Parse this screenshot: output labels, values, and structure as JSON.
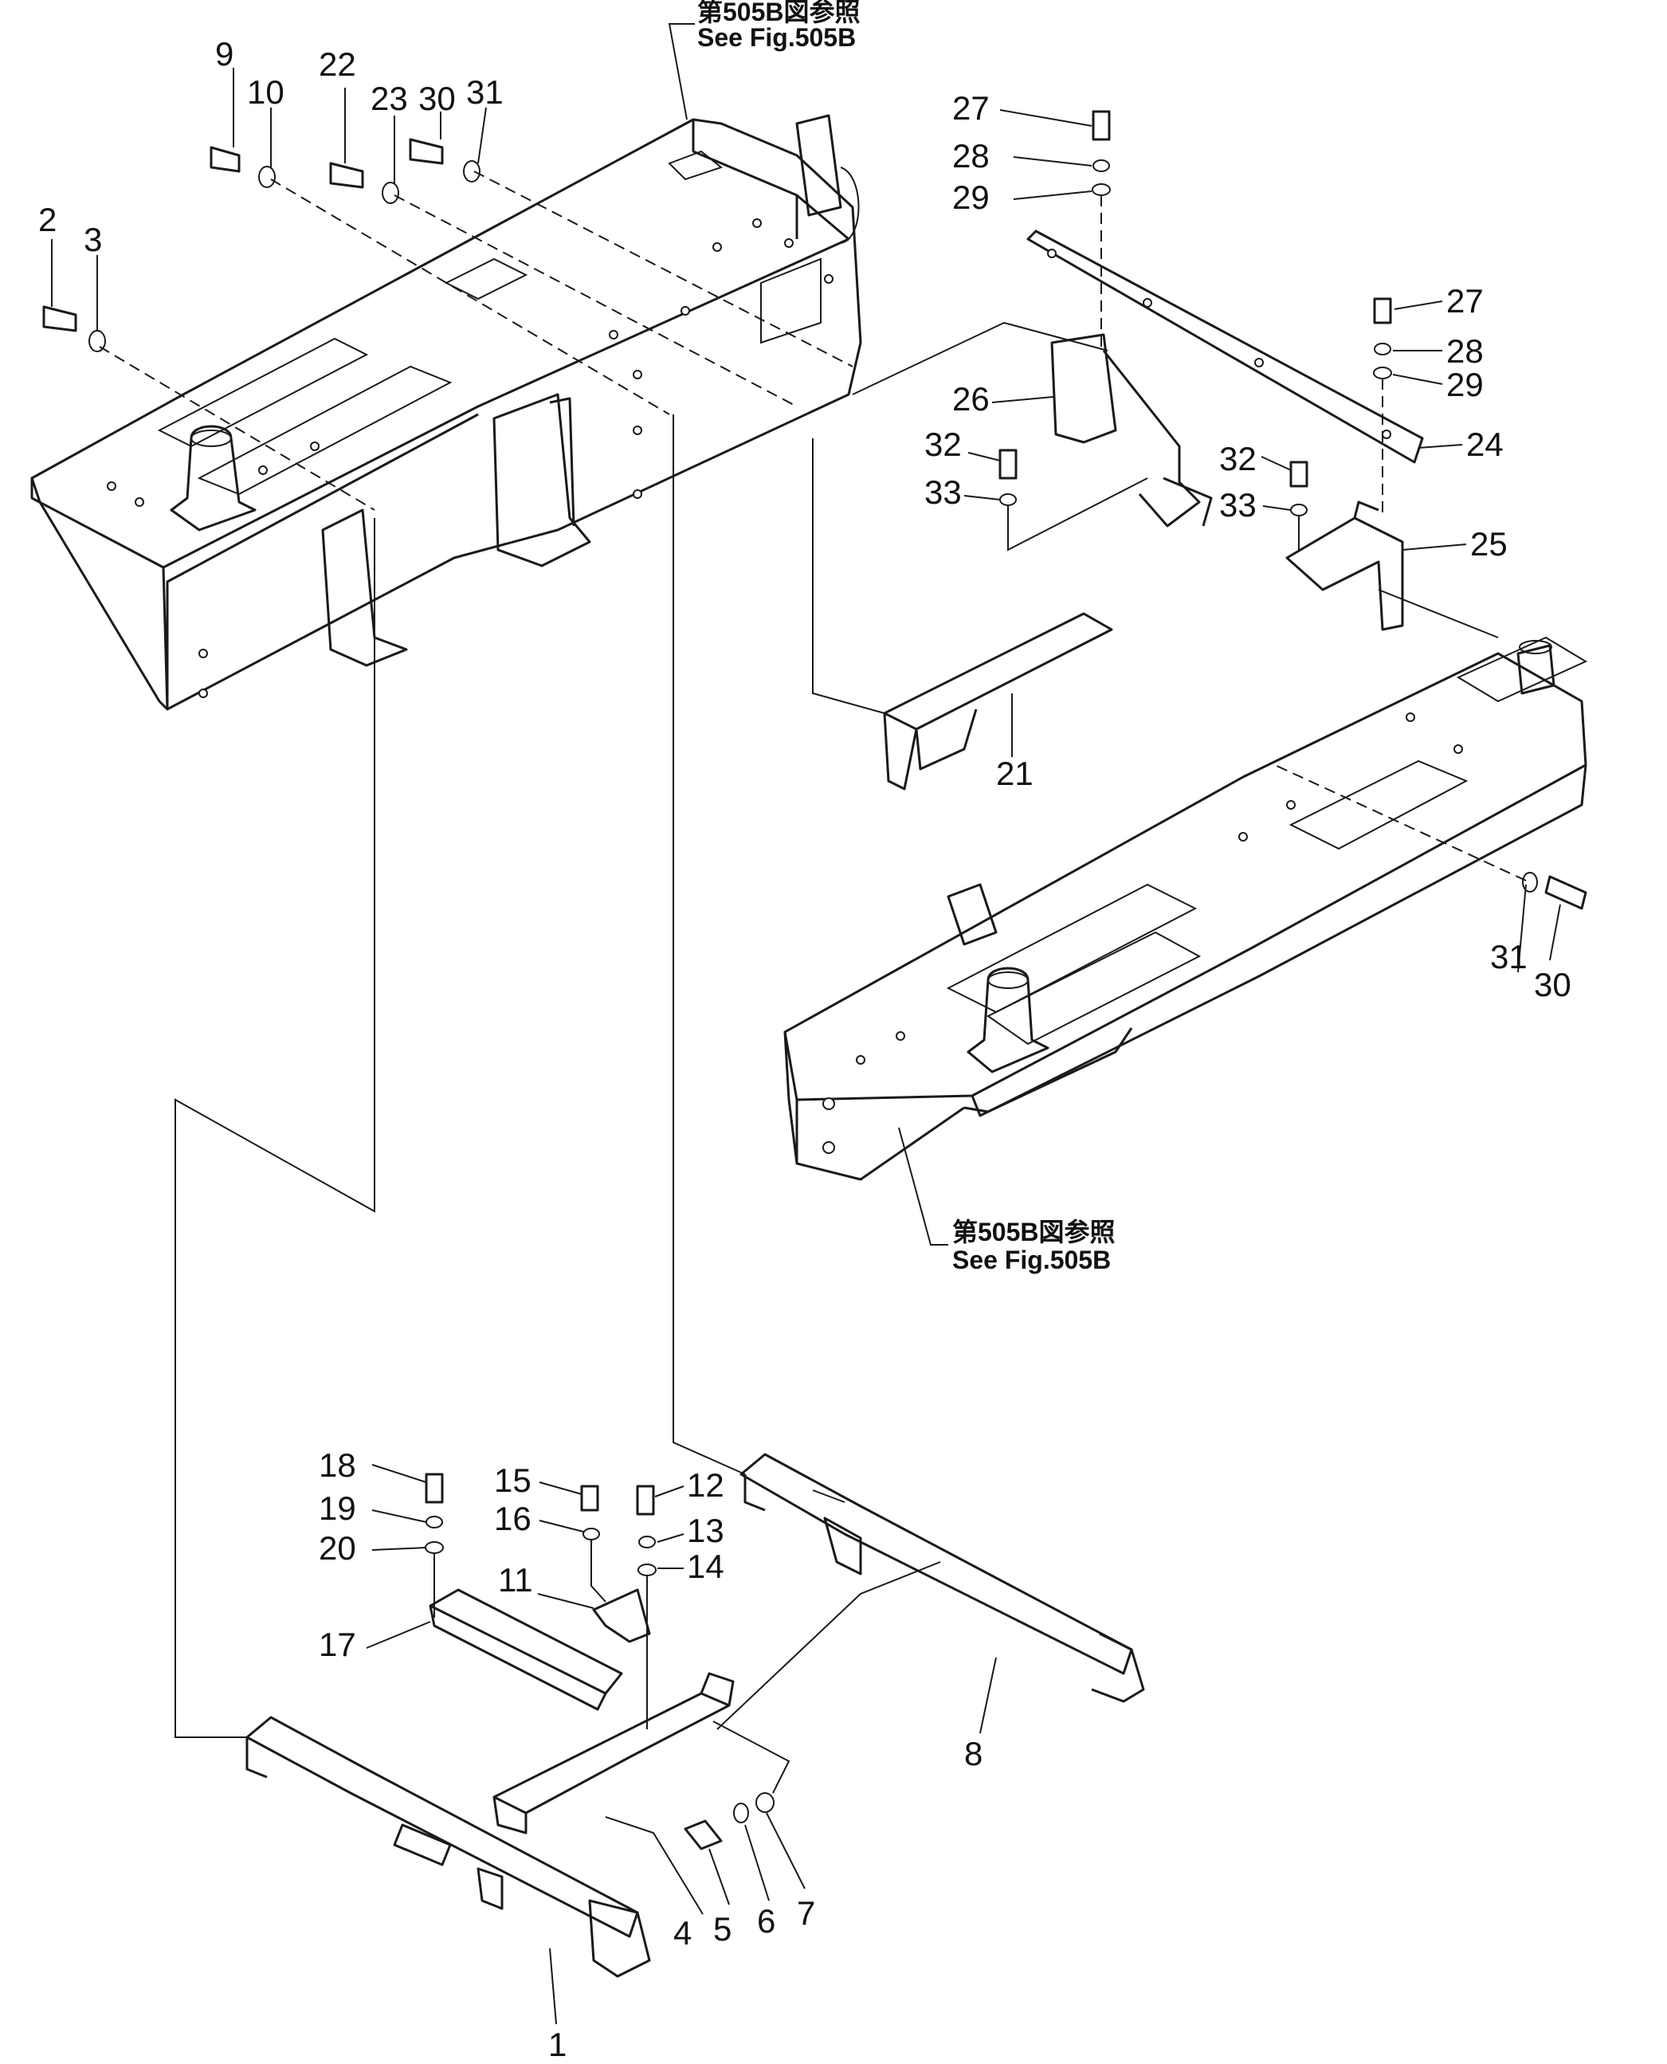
{
  "references": {
    "top_jp": "第505B図参照",
    "top_en": "See  Fig.505B",
    "mid_jp": "第505B図参照",
    "mid_en": "See  Fig.505B"
  },
  "callouts": {
    "c1": "1",
    "c2": "2",
    "c3": "3",
    "c4": "4",
    "c5": "5",
    "c6": "6",
    "c7": "7",
    "c8": "8",
    "c9": "9",
    "c10": "10",
    "c11": "11",
    "c12": "12",
    "c13": "13",
    "c14": "14",
    "c15": "15",
    "c16": "16",
    "c17": "17",
    "c18": "18",
    "c19": "19",
    "c20": "20",
    "c21": "21",
    "c22": "22",
    "c23": "23",
    "c24": "24",
    "c25": "25",
    "c26": "26",
    "c27a": "27",
    "c27b": "27",
    "c28a": "28",
    "c28b": "28",
    "c29a": "29",
    "c29b": "29",
    "c30a": "30",
    "c30b": "30",
    "c31a": "31",
    "c31b": "31",
    "c32a": "32",
    "c32b": "32",
    "c33a": "33",
    "c33b": "33"
  }
}
